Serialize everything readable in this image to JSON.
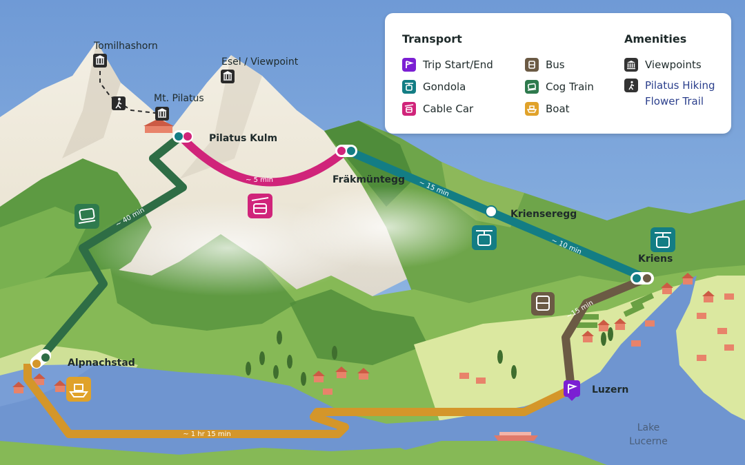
{
  "legend": {
    "transport_heading": "Transport",
    "amenities_heading": "Amenities",
    "transport": [
      {
        "label": "Trip Start/End",
        "icon": "flag-icon",
        "color": "#7b1fd3"
      },
      {
        "label": "Gondola",
        "icon": "gondola-icon",
        "color": "#137d84"
      },
      {
        "label": "Cable Car",
        "icon": "cable-car-icon",
        "color": "#d0247a"
      },
      {
        "label": "Bus",
        "icon": "bus-icon",
        "color": "#6b5a44"
      },
      {
        "label": "Cog Train",
        "icon": "cog-train-icon",
        "color": "#2e7a4d"
      },
      {
        "label": "Boat",
        "icon": "boat-icon",
        "color": "#e0a22a"
      }
    ],
    "amenities": [
      {
        "label": "Viewpoints",
        "icon": "viewpoint-icon",
        "color": "#333333"
      },
      {
        "label": "Pilatus Hiking Flower Trail",
        "line1": "Pilatus Hiking",
        "line2": "Flower Trail",
        "icon": "hiker-icon",
        "color": "#333333"
      }
    ]
  },
  "places": {
    "tomilhashorn": "Tomilhashorn",
    "esel": "Esel / Viewpoint",
    "mt_pilatus": "Mt. Pilatus",
    "pilatus_kulm": "Pilatus Kulm",
    "frakmuntegg": "Fräkmüntegg",
    "krienseregg": "Krienseregg",
    "kriens": "Kriens",
    "alpnachstad": "Alpnachstad",
    "luzern": "Luzern",
    "lake_line1": "Lake",
    "lake_line2": "Lucerne"
  },
  "times": {
    "cable_car": "~ 5 min",
    "gondola_upper": "~ 15 min",
    "gondola_lower": "~ 10 min",
    "cog_train": "~ 40 min",
    "bus": "~15 min",
    "boat": "~ 1 hr 15 min"
  },
  "colors": {
    "cable_car": "#d0247a",
    "gondola": "#137d84",
    "cog_train": "#2e6d45",
    "bus": "#6b5a44",
    "boat": "#d4962a",
    "trip": "#7b1fd3"
  }
}
